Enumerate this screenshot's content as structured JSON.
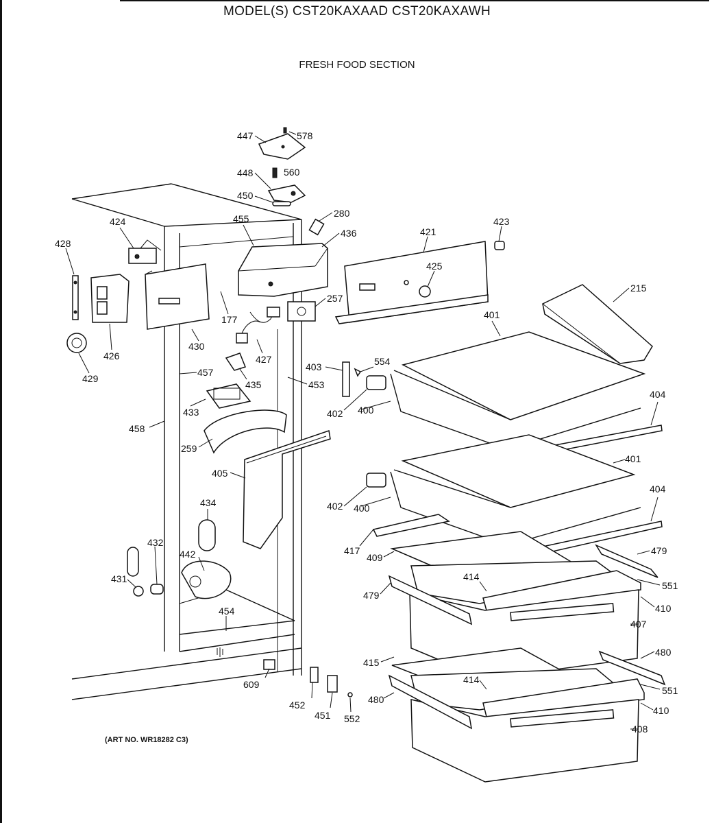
{
  "header": {
    "title": "MODEL(S) CST20KAXAAD  CST20KAXAWH",
    "section": "FRESH FOOD SECTION"
  },
  "footer": {
    "art_no": "(ART NO. WR18282 C3)"
  },
  "callouts": [
    "447",
    "578",
    "448",
    "560",
    "450",
    "280",
    "424",
    "455",
    "436",
    "421",
    "423",
    "428",
    "425",
    "215",
    "257",
    "177",
    "426",
    "430",
    "427",
    "401",
    "429",
    "457",
    "435",
    "403",
    "554",
    "453",
    "433",
    "402",
    "400",
    "404",
    "458",
    "259",
    "405",
    "434",
    "432",
    "417",
    "409",
    "479",
    "442",
    "414",
    "551",
    "431",
    "479",
    "410",
    "454",
    "407",
    "480",
    "415",
    "414",
    "551",
    "609",
    "452",
    "480",
    "410",
    "451",
    "552",
    "408",
    "401",
    "404",
    "402",
    "400"
  ]
}
